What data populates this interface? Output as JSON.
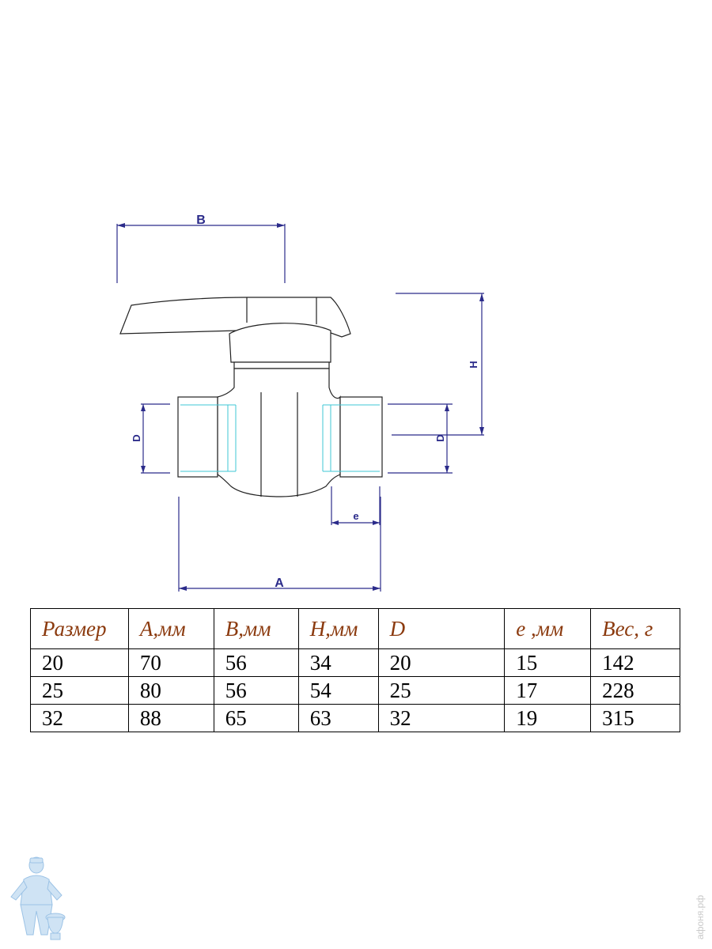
{
  "drawing": {
    "labels": {
      "B": "B",
      "H": "H",
      "D_left": "D",
      "D_right": "D",
      "e": "e",
      "A": "A"
    },
    "colors": {
      "dimension": "#2b2b8a",
      "outline": "#222222",
      "thread": "#3fc7d6"
    }
  },
  "table": {
    "header_color": "#8b3a0e",
    "headers": [
      "Размер",
      "A,мм",
      "B,мм",
      "H,мм",
      "D",
      "e ,мм",
      "Вес, г"
    ],
    "rows": [
      [
        "20",
        "70",
        "56",
        "34",
        "20",
        "15",
        "142"
      ],
      [
        "25",
        "80",
        "56",
        "54",
        "25",
        "17",
        "228"
      ],
      [
        "32",
        "88",
        "65",
        "63",
        "32",
        "19",
        "315"
      ]
    ]
  },
  "footer": {
    "logo_icon": "plumber-mascot-icon",
    "watermark": "афоня.рф"
  }
}
